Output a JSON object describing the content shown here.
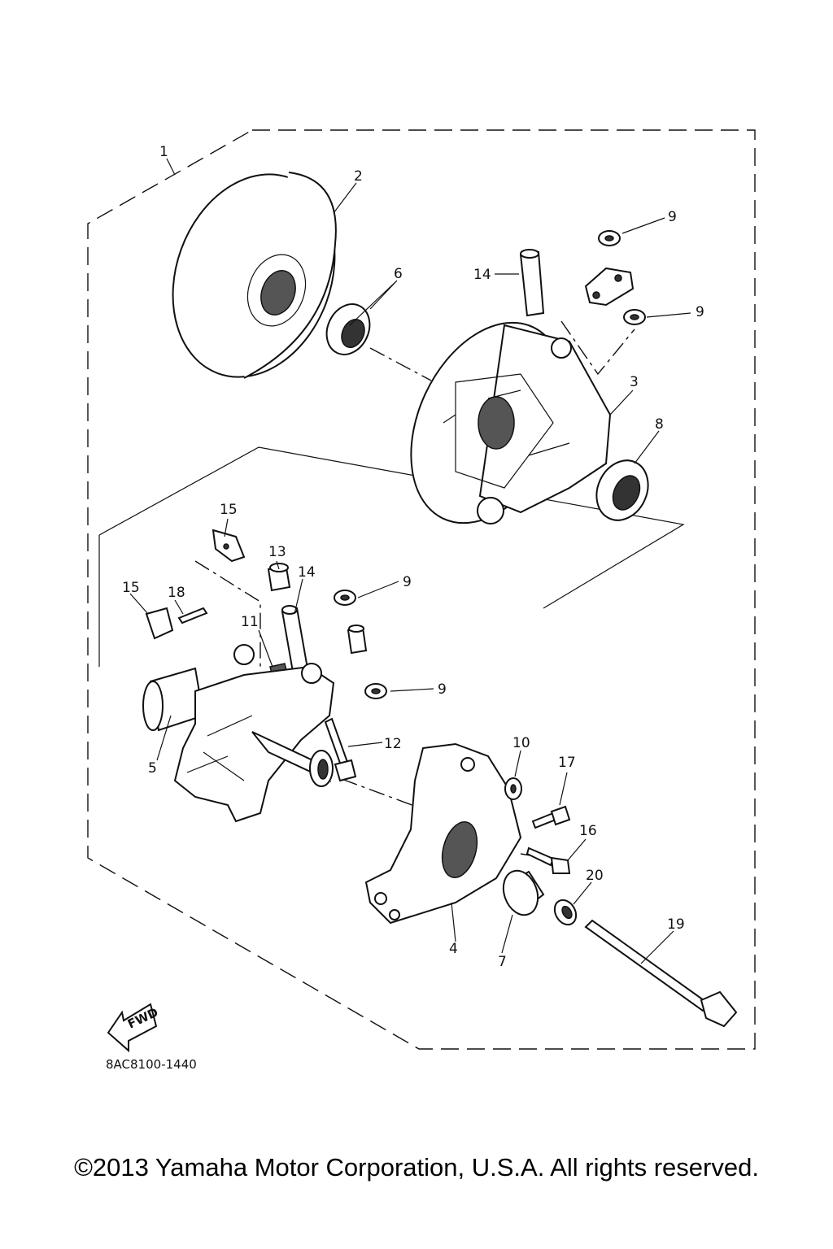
{
  "diagram": {
    "callouts": [
      {
        "id": "c1",
        "text": "1"
      },
      {
        "id": "c2",
        "text": "2"
      },
      {
        "id": "c3",
        "text": "3"
      },
      {
        "id": "c4",
        "text": "4"
      },
      {
        "id": "c5",
        "text": "5"
      },
      {
        "id": "c6",
        "text": "6"
      },
      {
        "id": "c7",
        "text": "7"
      },
      {
        "id": "c8",
        "text": "8"
      },
      {
        "id": "c9a",
        "text": "9"
      },
      {
        "id": "c9b",
        "text": "9"
      },
      {
        "id": "c9c",
        "text": "9"
      },
      {
        "id": "c9d",
        "text": "9"
      },
      {
        "id": "c10",
        "text": "10"
      },
      {
        "id": "c11",
        "text": "11"
      },
      {
        "id": "c12",
        "text": "12"
      },
      {
        "id": "c13",
        "text": "13"
      },
      {
        "id": "c14a",
        "text": "14"
      },
      {
        "id": "c14b",
        "text": "14"
      },
      {
        "id": "c15a",
        "text": "15"
      },
      {
        "id": "c15b",
        "text": "15"
      },
      {
        "id": "c16",
        "text": "16"
      },
      {
        "id": "c17",
        "text": "17"
      },
      {
        "id": "c18",
        "text": "18"
      },
      {
        "id": "c19",
        "text": "19"
      },
      {
        "id": "c20",
        "text": "20"
      }
    ],
    "fwd_label": "FWD",
    "drawing_code": "8AC8100-1440"
  },
  "footer": {
    "copyright": "©2013 Yamaha Motor Corporation, U.S.A. All rights reserved."
  }
}
